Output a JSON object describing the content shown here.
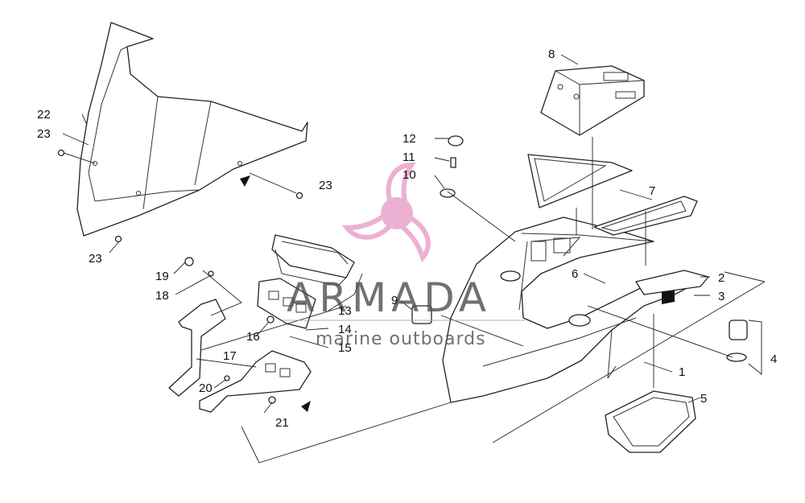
{
  "colors": {
    "logo_pink": "#e79ac6",
    "logo_dark": "#555555",
    "line": "#222222"
  },
  "watermark": {
    "title": "ARMADA",
    "subtitle": "marine outboards",
    "icon": "propeller-logo-icon"
  },
  "callouts": [
    {
      "id": "c1",
      "label": "1"
    },
    {
      "id": "c2",
      "label": "2"
    },
    {
      "id": "c3",
      "label": "3"
    },
    {
      "id": "c4",
      "label": "4"
    },
    {
      "id": "c5",
      "label": "5"
    },
    {
      "id": "c6",
      "label": "6"
    },
    {
      "id": "c7",
      "label": "7"
    },
    {
      "id": "c8",
      "label": "8"
    },
    {
      "id": "c9",
      "label": "9"
    },
    {
      "id": "c10",
      "label": "10"
    },
    {
      "id": "c11",
      "label": "11"
    },
    {
      "id": "c12",
      "label": "12"
    },
    {
      "id": "c13",
      "label": "13"
    },
    {
      "id": "c14",
      "label": "14"
    },
    {
      "id": "c15",
      "label": "15"
    },
    {
      "id": "c16",
      "label": "16"
    },
    {
      "id": "c17",
      "label": "17"
    },
    {
      "id": "c18",
      "label": "18"
    },
    {
      "id": "c19",
      "label": "19"
    },
    {
      "id": "c20",
      "label": "20"
    },
    {
      "id": "c21",
      "label": "21"
    },
    {
      "id": "c22",
      "label": "22"
    },
    {
      "id": "c23a",
      "label": "23"
    },
    {
      "id": "c23b",
      "label": "23"
    },
    {
      "id": "c23c",
      "label": "23"
    }
  ]
}
